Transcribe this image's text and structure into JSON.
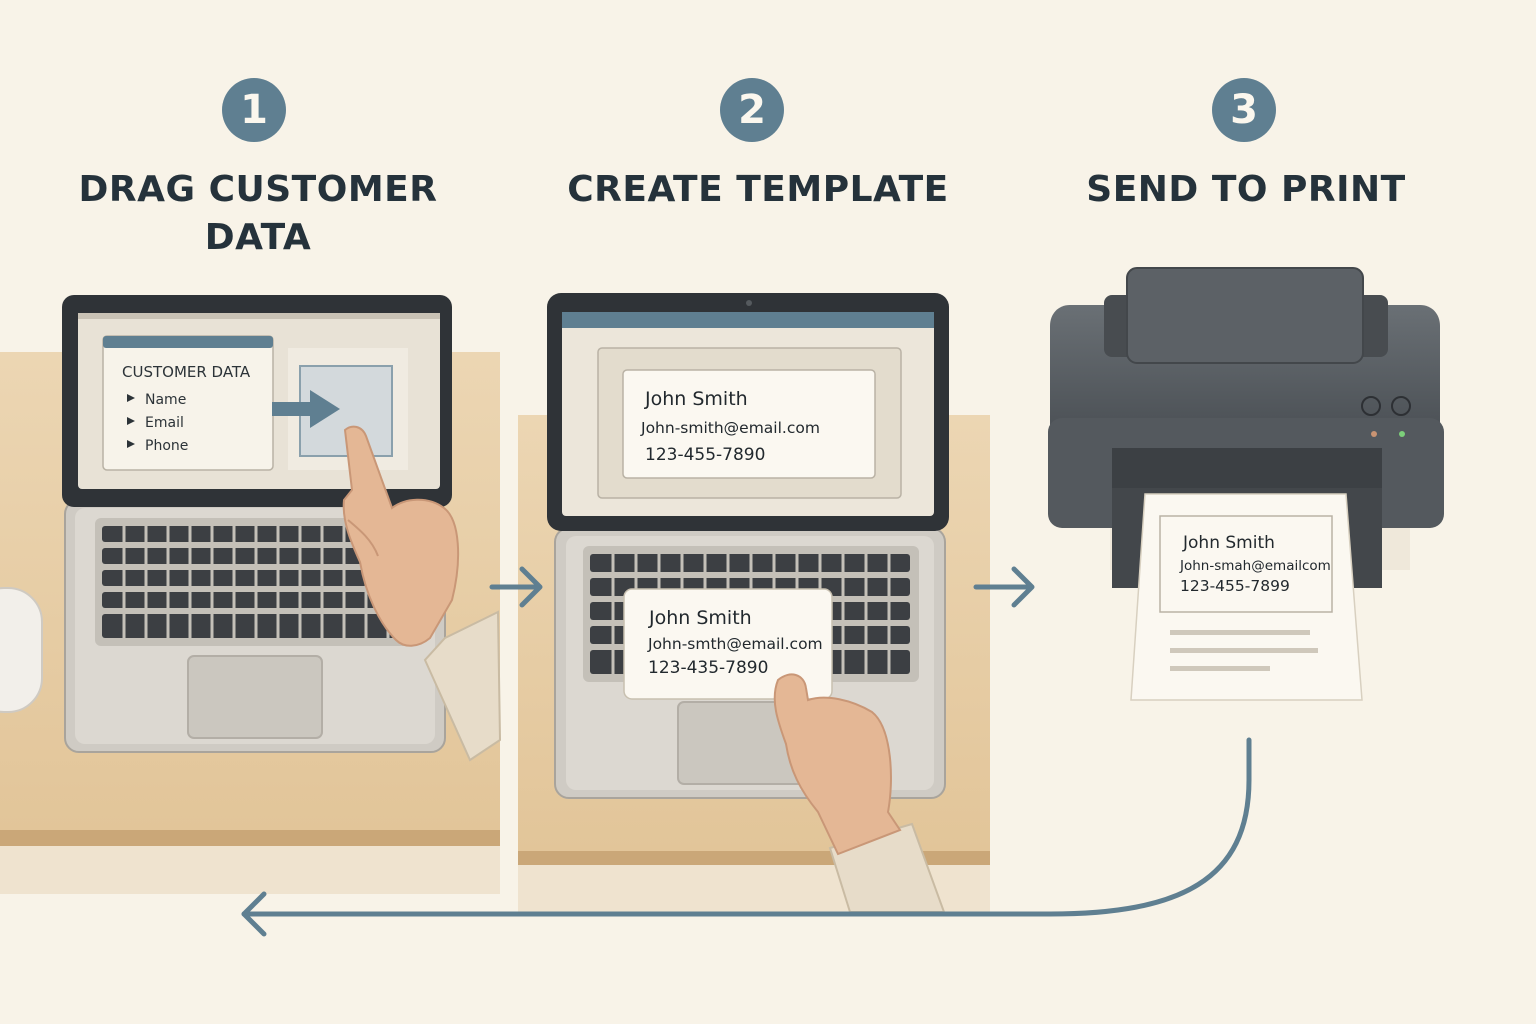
{
  "steps": [
    {
      "number": "1",
      "title_line1": "DRAG CUSTOMER",
      "title_line2": "DATA"
    },
    {
      "number": "2",
      "title": "CREATE TEMPLATE"
    },
    {
      "number": "3",
      "title": "SEND TO PRINT"
    }
  ],
  "laptop1": {
    "panel_title": "CUSTOMER DATA",
    "fields": [
      "Name",
      "Email",
      "Phone"
    ]
  },
  "laptop2": {
    "screen_card": {
      "name": "John Smith",
      "email": "John-smith@email.com",
      "phone": "123-455-7890"
    },
    "hand_card": {
      "name": "John Smith",
      "email": "John-smth@email.com",
      "phone": "123-435-7890"
    }
  },
  "printer": {
    "printed_card": {
      "name": "John Smith",
      "email": "John-smah@emailcom",
      "phone": "123-455-7899"
    }
  },
  "colors": {
    "accent": "#5f7f91",
    "background": "#f8f3e8",
    "desk": "#e7cda4",
    "title": "#25323b",
    "printer_body": "#5a5f63"
  }
}
